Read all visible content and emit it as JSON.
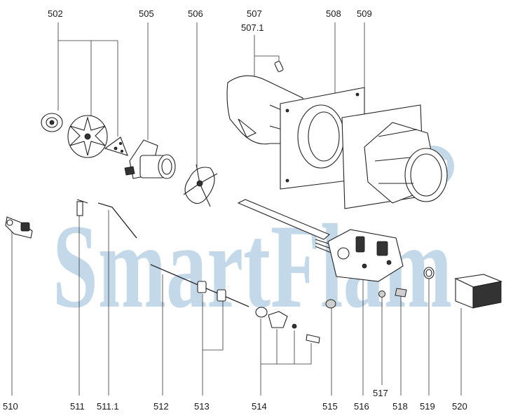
{
  "watermark": {
    "text": "SmartFlam",
    "color": "#b9d3e6"
  },
  "part_labels": {
    "p502": "502",
    "p505": "505",
    "p506": "506",
    "p507": "507",
    "p5071": "507.1",
    "p508": "508",
    "p509": "509",
    "p510": "510",
    "p511": "511",
    "p5111": "511.1",
    "p512": "512",
    "p513": "513",
    "p514": "514",
    "p515": "515",
    "p516": "516",
    "p517": "517",
    "p518": "518",
    "p519": "519",
    "p520": "520"
  },
  "icons": {
    "logo": "glasses-face-icon"
  }
}
